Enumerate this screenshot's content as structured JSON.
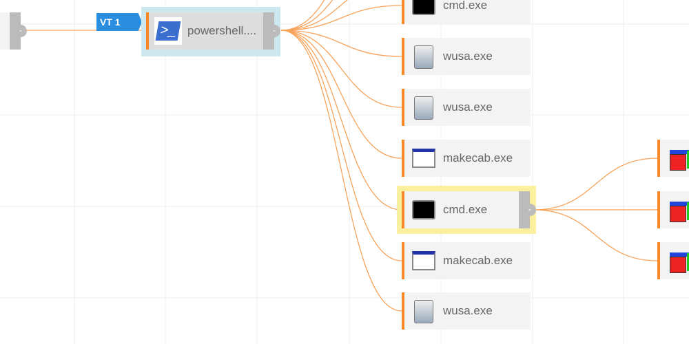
{
  "badge": {
    "label": "VT 1",
    "color": "#2a8ee0"
  },
  "root": {
    "label": "powershell....",
    "selected_color": "#cde7ef"
  },
  "children": [
    {
      "label": "cmd.exe",
      "icon": "cmd-icon"
    },
    {
      "label": "wusa.exe",
      "icon": "wusa-icon"
    },
    {
      "label": "wusa.exe",
      "icon": "wusa-icon"
    },
    {
      "label": "makecab.exe",
      "icon": "window-icon"
    },
    {
      "label": "cmd.exe",
      "icon": "cmd-icon",
      "selected": true
    },
    {
      "label": "makecab.exe",
      "icon": "window-icon"
    },
    {
      "label": "wusa.exe",
      "icon": "wusa-icon"
    }
  ],
  "grandchildren": [
    {
      "icon": "cube-icon"
    },
    {
      "icon": "cube-icon"
    },
    {
      "icon": "cube-icon"
    }
  ],
  "colors": {
    "edge": "#f7a25a",
    "accent": "#f7892b",
    "highlight": "#fbf0a0"
  }
}
